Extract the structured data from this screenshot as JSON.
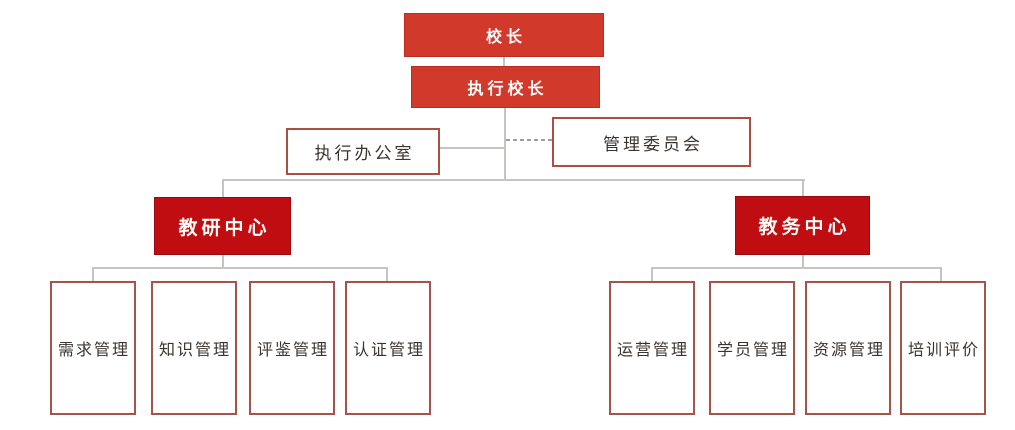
{
  "diagram_type": "org-chart",
  "hierarchy": {
    "label": "校长",
    "reports": [
      {
        "label": "执行校长",
        "staff": [
          {
            "label": "执行办公室",
            "connector": "solid"
          },
          {
            "label": "管理委员会",
            "connector": "dashed"
          }
        ],
        "reports": [
          {
            "label": "教研中心",
            "reports": [
              {
                "label": "需求管理"
              },
              {
                "label": "知识管理"
              },
              {
                "label": "评鉴管理"
              },
              {
                "label": "认证管理"
              }
            ]
          },
          {
            "label": "教务中心",
            "reports": [
              {
                "label": "运营管理"
              },
              {
                "label": "学员管理"
              },
              {
                "label": "资源管理"
              },
              {
                "label": "培训评价"
              }
            ]
          }
        ]
      }
    ]
  },
  "colors": {
    "top-red": "#d13a2b",
    "deep-red": "#bf0d12",
    "outline-border": "#a94f43",
    "child-border": "#a6544b",
    "conn-gray": "#c6c4c1",
    "dash-gray": "#9e9e9a",
    "text-dark": "#3a3430",
    "bg": "#ffffff"
  }
}
